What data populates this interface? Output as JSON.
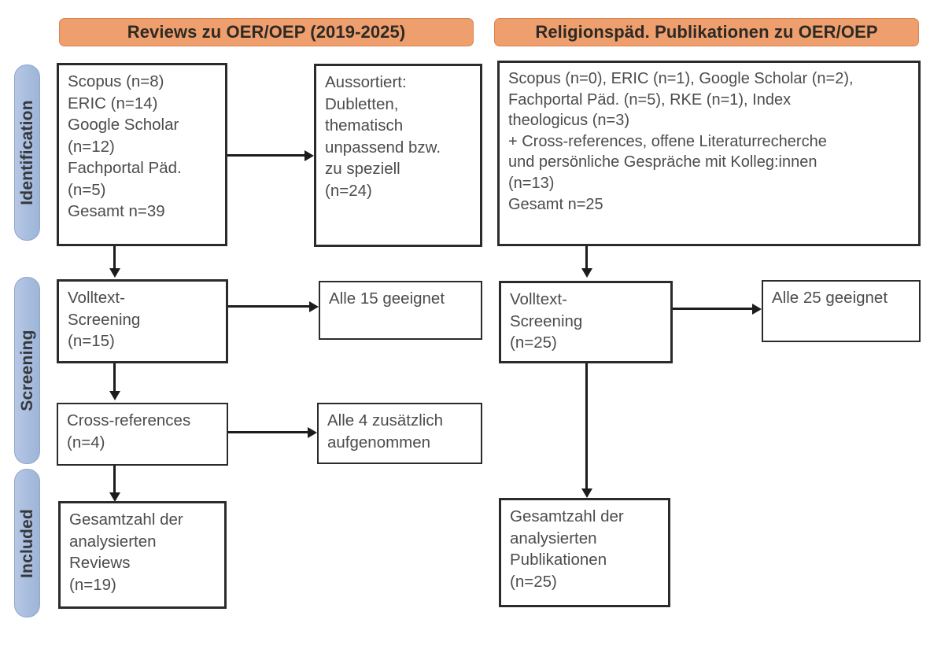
{
  "diagram": {
    "title": "PRISMA-Flussdiagramm: Reviews und religionspaedagogische Publikationen zu OER/OEP",
    "type": "prisma-flow-diagram",
    "colors": {
      "phase_header_fill": "#ef9f6d",
      "phase_header_border": "#d98450",
      "stage_label_fill": "#aabfdf",
      "stage_label_border": "#8fa6cc",
      "box_border": "#2b2b2b",
      "box_text": "#4c4c4c",
      "connector": "#1c1c1c",
      "background": "#ffffff"
    }
  },
  "columns": {
    "left": {
      "header": "Reviews zu OER/OEP (2019-2025)"
    },
    "right": {
      "header": "Religionspäd. Publikationen zu OER/OEP"
    }
  },
  "stages": [
    {
      "key": "identification",
      "label": "Identification"
    },
    {
      "key": "screening",
      "label": "Screening"
    },
    {
      "key": "included",
      "label": "Included"
    }
  ],
  "boxes": {
    "left_sources": "Scopus (n=8)\nERIC (n=14)\nGoogle Scholar\n(n=12)\nFachportal Päd.\n(n=5)\nGesamt n=39",
    "left_excluded": "Aussortiert:\nDubletten,\nthematisch\nunpassend bzw.\nzu speziell\n(n=24)",
    "left_fulltext": "Volltext-\nScreening\n(n=15)",
    "left_fulltext_result": "Alle 15 geeignet",
    "left_crossrefs": "Cross-references\n(n=4)",
    "left_crossrefs_result": "Alle 4 zusätzlich\naufgenommen",
    "left_included": "Gesamtzahl der\nanalysierten\nReviews\n(n=19)",
    "right_sources": "Scopus (n=0), ERIC (n=1), Google Scholar (n=2),\nFachportal Päd. (n=5), RKE (n=1), Index\ntheologicus (n=3)\n+ Cross-references, offene Literaturrecherche\nund persönliche Gespräche mit Kolleg:innen\n(n=13)\nGesamt n=25",
    "right_fulltext": "Volltext-\nScreening\n(n=25)",
    "right_fulltext_result": "Alle 25 geeignet",
    "right_included": "Gesamtzahl der\nanalysierten\nPublikationen\n(n=25)"
  },
  "counts": {
    "left_scopus": 8,
    "left_eric": 14,
    "left_google_scholar": 12,
    "left_fachportal": 5,
    "left_total": 39,
    "left_excluded": 24,
    "left_fulltext_screening": 15,
    "left_fulltext_suitable": 15,
    "left_crossreferences": 4,
    "left_crossreferences_added": 4,
    "left_included_total": 19,
    "right_scopus": 0,
    "right_eric": 1,
    "right_google_scholar": 2,
    "right_fachportal": 5,
    "right_rke": 1,
    "right_index_theologicus": 3,
    "right_additional": 13,
    "right_total": 25,
    "right_fulltext_screening": 25,
    "right_fulltext_suitable": 25,
    "right_included_total": 25
  }
}
